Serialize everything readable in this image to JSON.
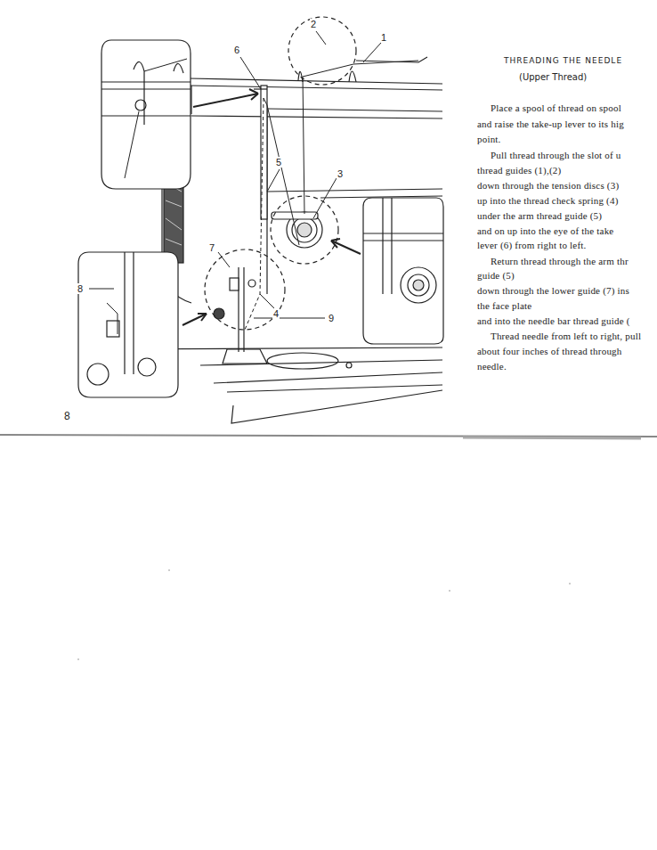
{
  "diagram": {
    "title": "THREADING THE NEEDLE",
    "labels": [
      "6",
      "2",
      "1",
      "5",
      "3",
      "7",
      "8",
      "4",
      "9",
      "(Upper Thread)",
      "Place a spool of thread on spool",
      "and raise the take-up lever to its hig",
      "point.",
      "Pull thread through the slot of u",
      "thread guides (1),(2)",
      "down through the tension discs (3)",
      "up into the thread check spring (4)",
      "under the arm thread guide (5)",
      "and on up into the eye of the take",
      "lever (6) from right to left.",
      "Return thread through the arm thr",
      "guide (5)",
      "down through the lower guide (7) ins",
      "the face plate",
      "and into the needle bar thread guide (",
      "Thread needle from left to right, pull",
      "about four inches of thread through",
      "needle.",
      "8"
    ]
  }
}
